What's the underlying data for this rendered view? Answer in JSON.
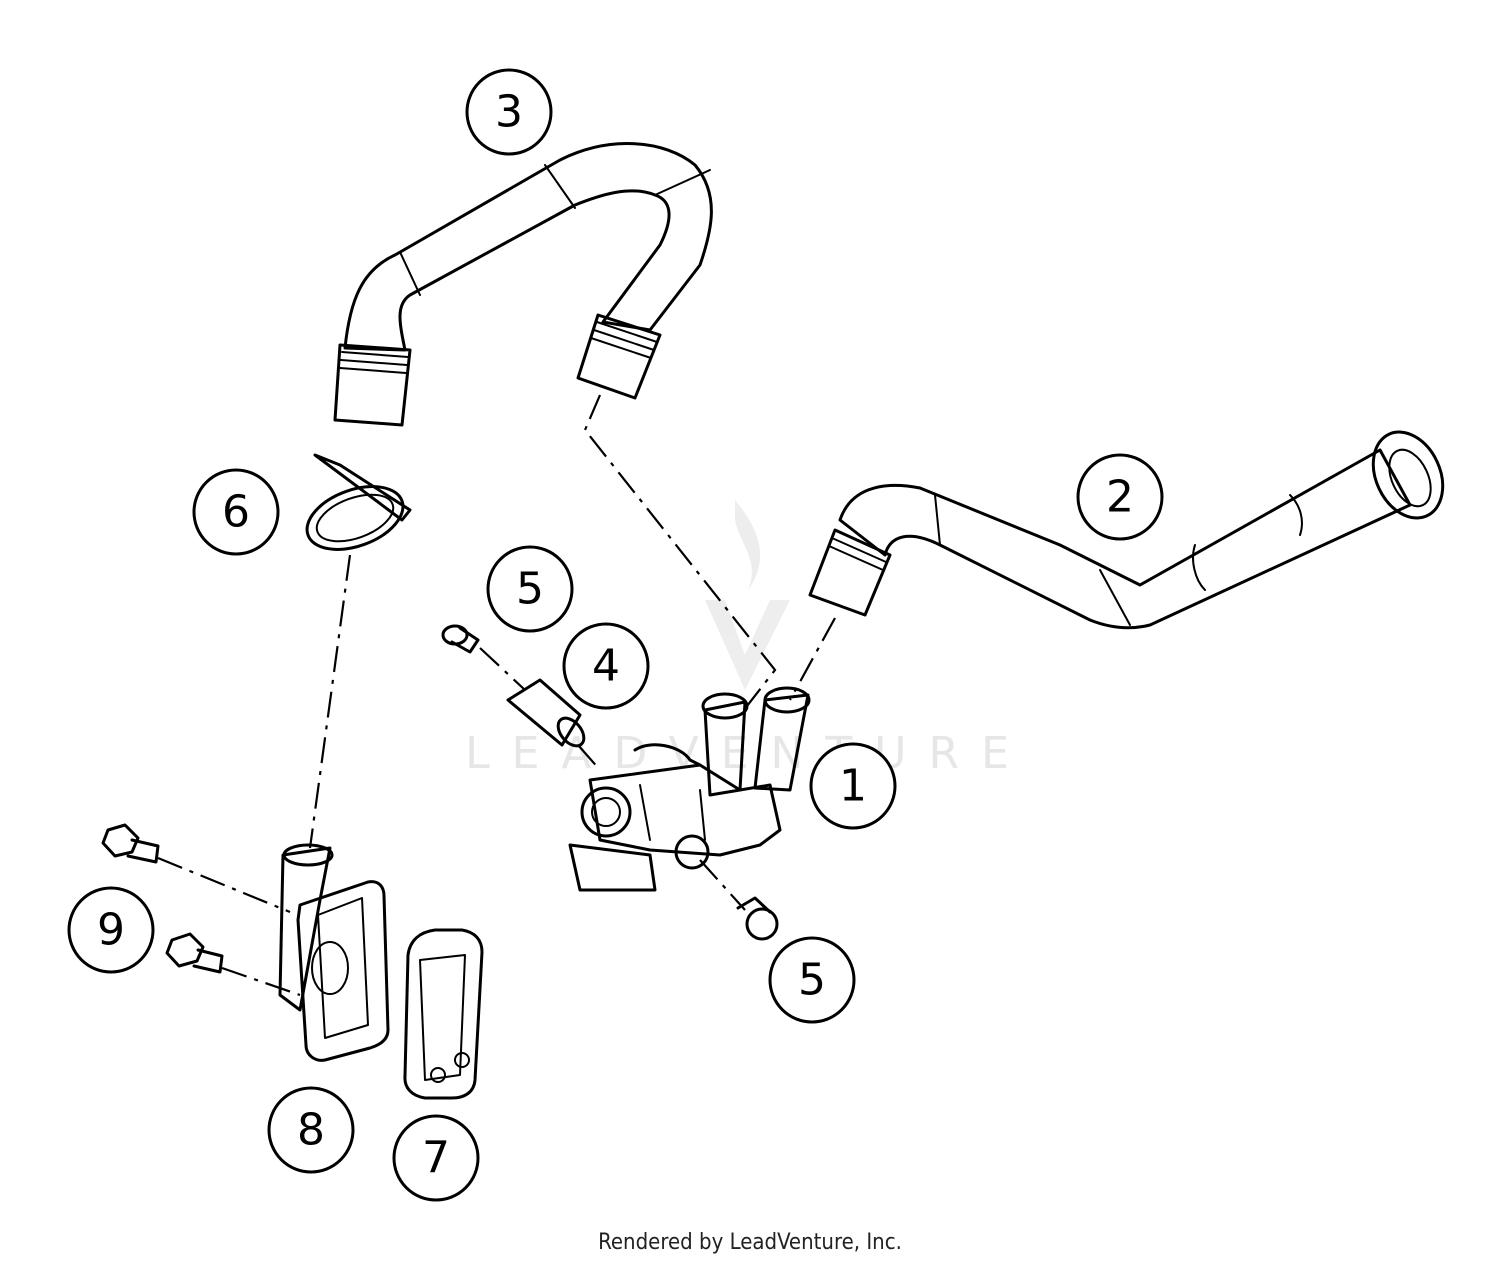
{
  "watermark": "LEADVENTURE",
  "footer": "Rendered by LeadVenture, Inc.",
  "callouts": [
    "1",
    "2",
    "3",
    "4",
    "5",
    "5",
    "6",
    "7",
    "8",
    "9"
  ],
  "colors": {
    "line": "#000000",
    "fill": "#ffffff",
    "watermark": "#e6e6e6"
  }
}
